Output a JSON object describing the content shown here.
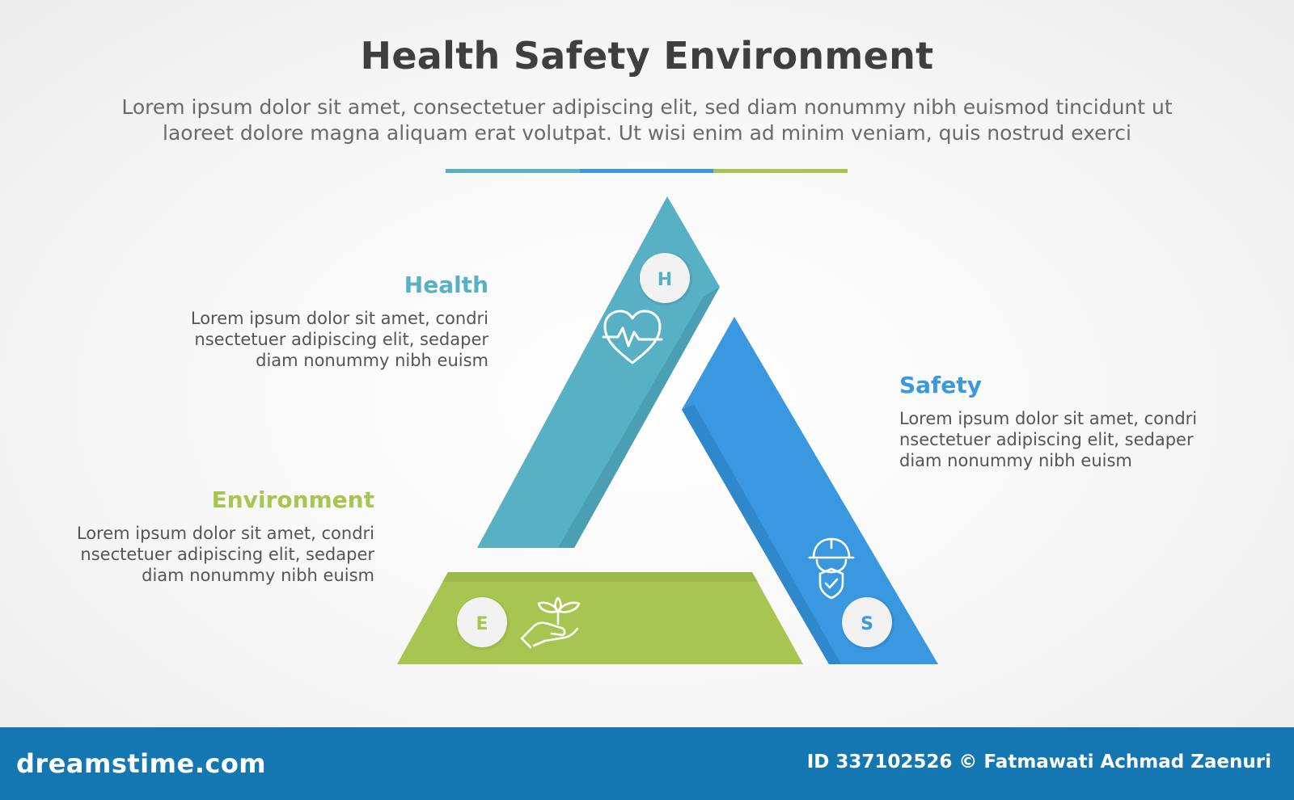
{
  "header": {
    "title": "Health Safety Environment",
    "subtitle": "Lorem ipsum dolor sit amet, consectetuer adipiscing elit, sed diam nonummy nibh euismod tincidunt ut laoreet dolore magna aliquam erat volutpat. Ut wisi enim ad minim veniam, quis nostrud exerci"
  },
  "colors": {
    "health": "#57b0c3",
    "health_side": "#4a9db0",
    "safety": "#3a98e0",
    "safety_side": "#2f86c9",
    "environment": "#a7c550",
    "environment_side": "#98b446",
    "divider": [
      "#57b0c3",
      "#3a98e0",
      "#a7c550"
    ],
    "footer": "#1577b2"
  },
  "segments": {
    "health": {
      "title": "Health",
      "letter": "H",
      "icon": "heart-pulse-icon",
      "lines": [
        "Lorem ipsum dolor sit amet, condri",
        "nsectetuer adipiscing elit, sedaper",
        "diam nonummy nibh euism"
      ]
    },
    "safety": {
      "title": "Safety",
      "letter": "S",
      "icon": "worker-shield-icon",
      "lines": [
        "Lorem ipsum dolor sit amet, condri",
        "nsectetuer adipiscing elit, sedaper",
        "diam nonummy nibh euism"
      ]
    },
    "environment": {
      "title": "Environment",
      "letter": "E",
      "icon": "hand-plant-icon",
      "lines": [
        "Lorem ipsum dolor sit amet, condri",
        "nsectetuer adipiscing elit, sedaper",
        "diam nonummy nibh euism"
      ]
    }
  },
  "footer": {
    "brand": "dreamstime.com",
    "credit": "ID 337102526 © Fatmawati  Achmad Zaenuri"
  }
}
